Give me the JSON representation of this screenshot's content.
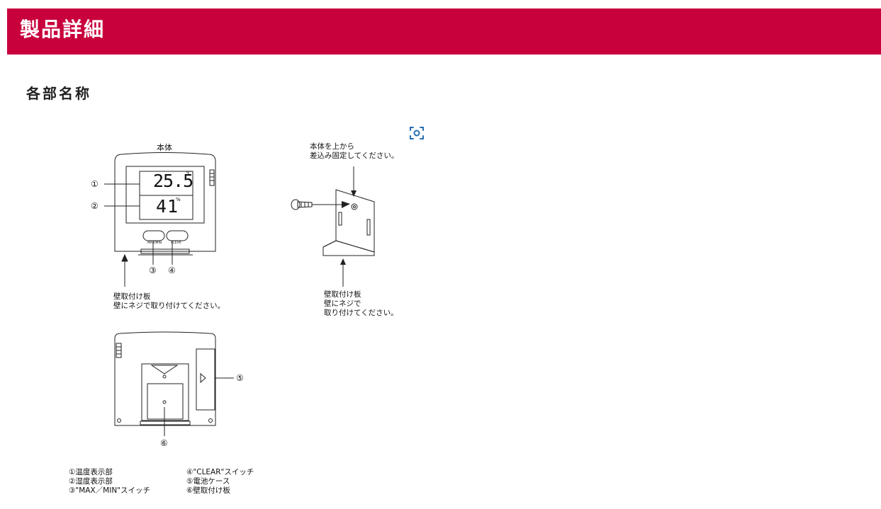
{
  "header": {
    "title": "製品詳細"
  },
  "section": {
    "title": "各部名称"
  },
  "front": {
    "caption": "本体",
    "temp": "25.5",
    "temp_unit": "℃",
    "hum": "41",
    "hum_unit": "%",
    "btn_left": "MAX/MIN",
    "btn_right": "CLEAR",
    "callouts": [
      "①",
      "②",
      "③",
      "④"
    ],
    "mount_note": [
      "壁取付け板",
      "壁にネジで取り付けてください。"
    ]
  },
  "back": {
    "callouts": [
      "⑤",
      "⑥"
    ]
  },
  "bracket": {
    "top_note": [
      "本体を上から",
      "差込み固定してください。"
    ],
    "bottom_note": [
      "壁取付け板",
      "壁にネジで",
      "取り付けてください。"
    ]
  },
  "legend": {
    "col1": [
      "①温度表示部",
      "②湿度表示部",
      "③\"MAX／MIN\"スイッチ"
    ],
    "col2": [
      "④\"CLEAR\"スイッチ",
      "⑤電池ケース",
      "⑥壁取付け板"
    ]
  },
  "icons": {
    "zoom": "zoom-icon"
  },
  "colors": {
    "brand": "#c8003c",
    "icon": "#2a6fb0"
  }
}
